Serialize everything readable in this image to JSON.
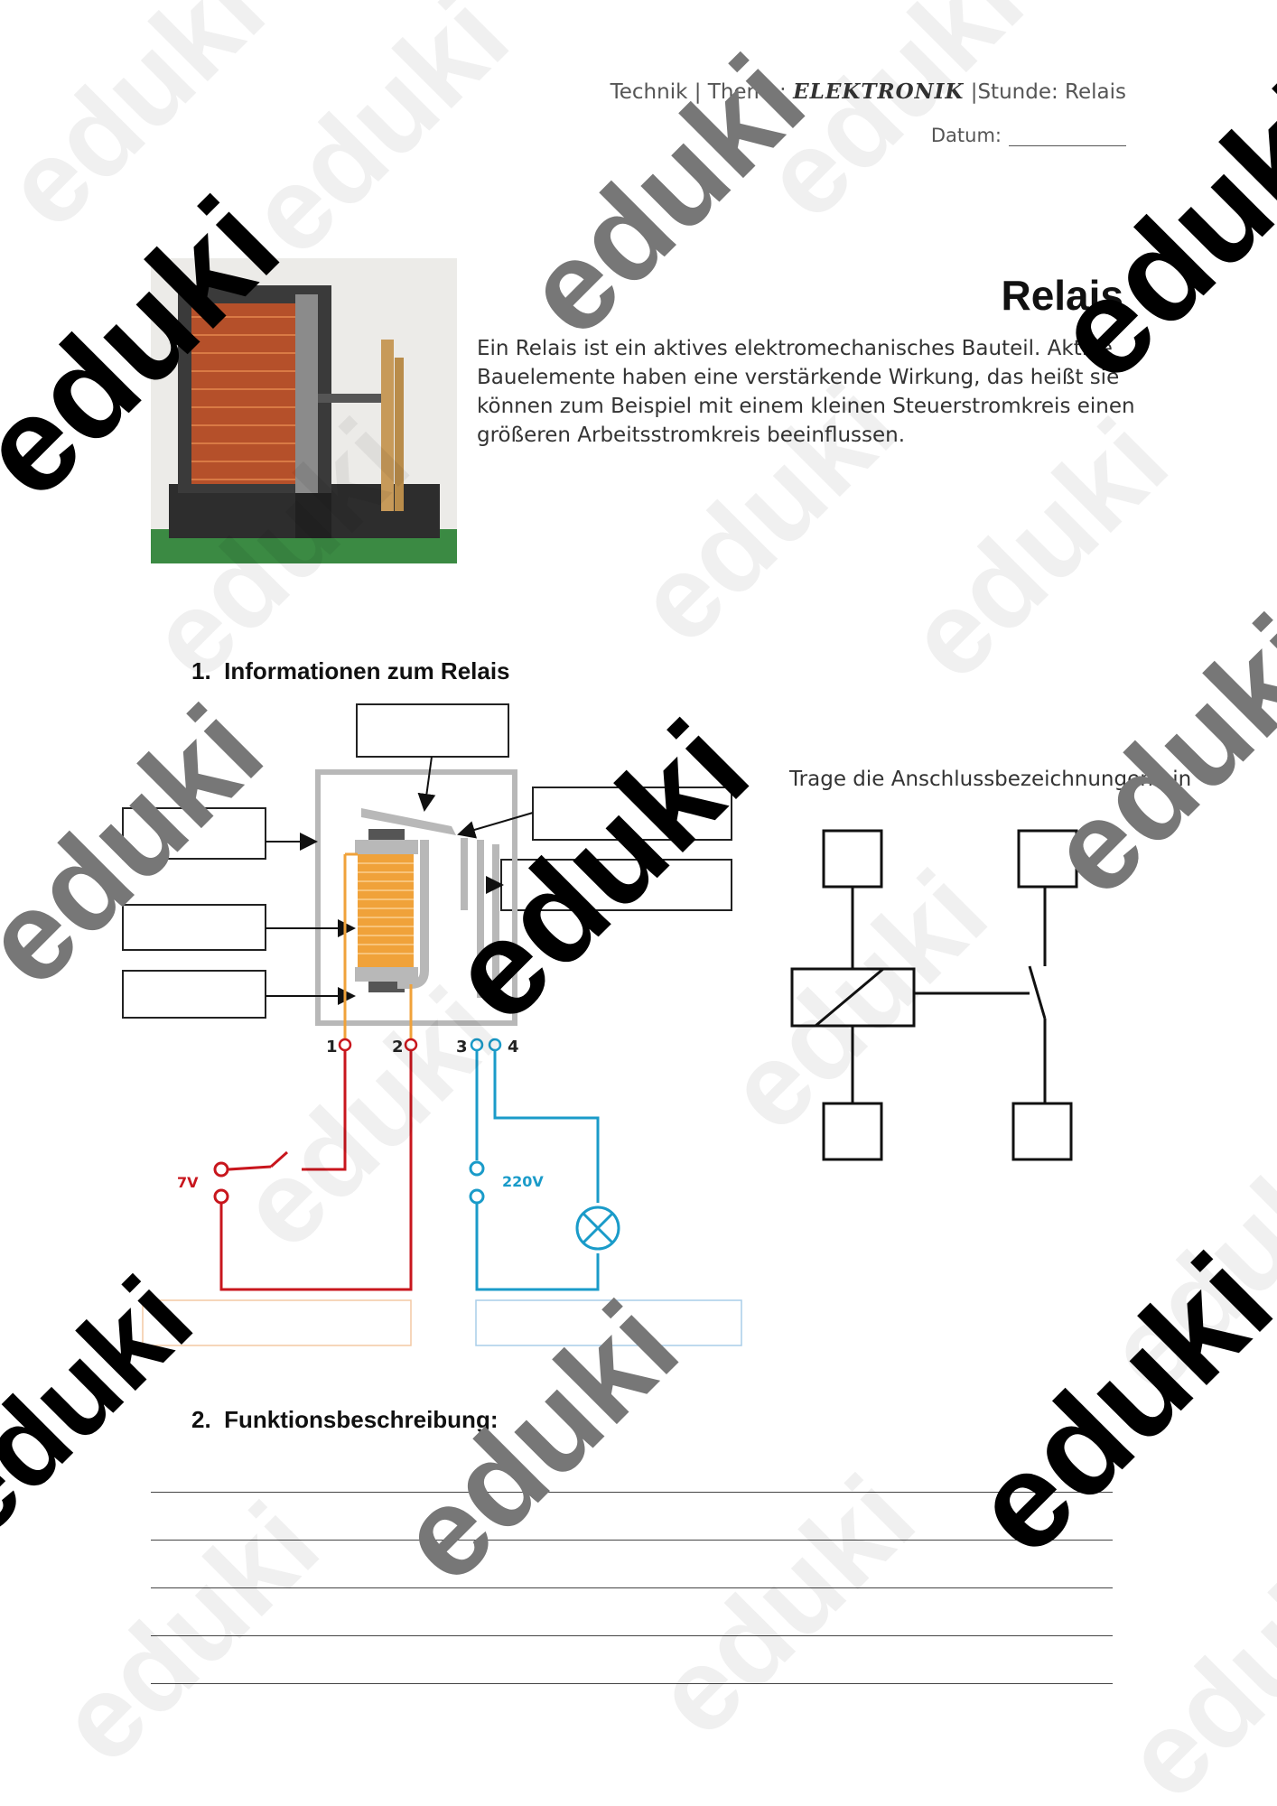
{
  "header": {
    "prefix": "Technik | Thema: ",
    "topic": "ELEKTRONIK",
    "lesson": " |Stunde: Relais",
    "date_label": "Datum:"
  },
  "title": "Relais",
  "intro": "Ein Relais ist ein aktives elektromechanisches Bauteil. Aktive Bauelemente haben eine verstärkende Wirkung, das heißt sie können zum Beispiel mit einem kleinen Steuerstromkreis einen größeren Arbeitsstromkreis beeinflussen.",
  "section1": {
    "number": "1.",
    "title": "Informationen zum Relais"
  },
  "task": "Trage die Anschlussbezeichnungen ein",
  "terminals": [
    "1",
    "2",
    "3",
    "4"
  ],
  "voltages": {
    "control": "7V",
    "work": "220V"
  },
  "colors": {
    "control": "#c8161d",
    "work": "#1a9bc9",
    "coil": "#f0a23a",
    "frame": "#b8b8b8"
  },
  "section2": {
    "number": "2.",
    "title": "Funktionsbeschreibung:"
  },
  "watermark": "eduki"
}
